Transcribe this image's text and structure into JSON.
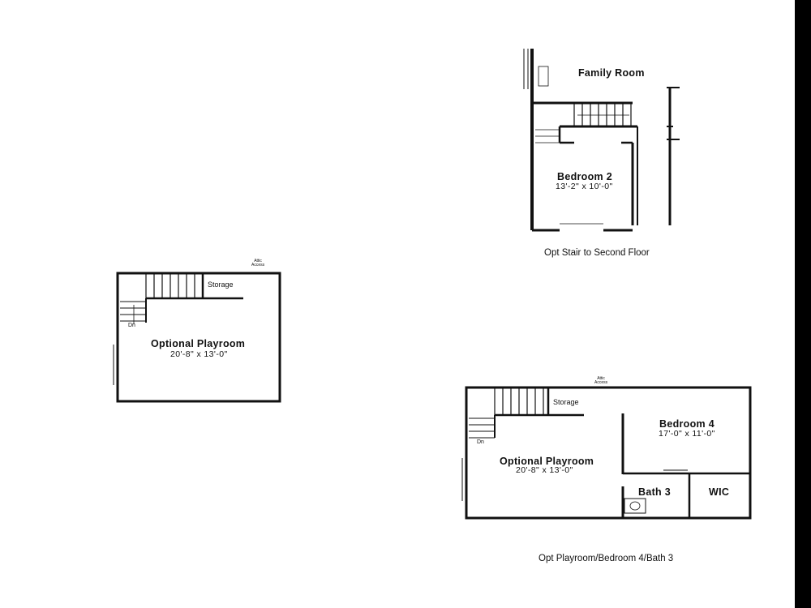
{
  "stair_plan": {
    "family_room": "Family Room",
    "bedroom_name": "Bedroom 2",
    "bedroom_dims": "13'-2\" x 10'-0\"",
    "caption": "Opt Stair to Second Floor"
  },
  "playroom_plan": {
    "attic_label": "Attic\nAccess",
    "storage": "Storage",
    "down": "Dn",
    "room_name": "Optional Playroom",
    "room_dims": "20'-8\" x 13'-0\""
  },
  "combo_plan": {
    "attic_label": "Attic\nAccess",
    "storage": "Storage",
    "down": "Dn",
    "playroom_name": "Optional Playroom",
    "playroom_dims": "20'-8\" x 13'-0\"",
    "bedroom_name": "Bedroom 4",
    "bedroom_dims": "17'-0\" x 11'-0\"",
    "bath": "Bath 3",
    "wic": "WIC",
    "caption": "Opt Playroom/Bedroom 4/Bath 3"
  },
  "colors": {
    "background": "#ffffff",
    "line": "#111111",
    "border": "#000000"
  }
}
